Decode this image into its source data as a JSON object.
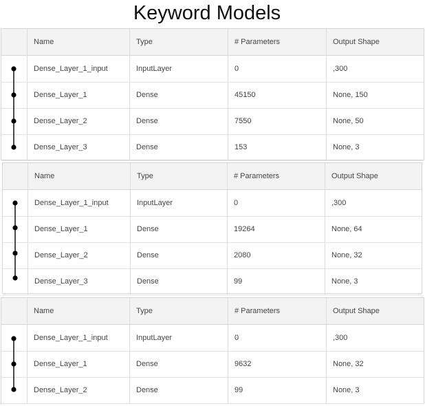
{
  "page_title": "Keyword Models",
  "columns": [
    "Name",
    "Type",
    "# Parameters",
    "Output Shape"
  ],
  "models": [
    {
      "layers": [
        {
          "name": "Dense_Layer_1_input",
          "type": "InputLayer",
          "params": "0",
          "shape": ",300"
        },
        {
          "name": "Dense_Layer_1",
          "type": "Dense",
          "params": "45150",
          "shape": "None, 150"
        },
        {
          "name": "Dense_Layer_2",
          "type": "Dense",
          "params": "7550",
          "shape": "None, 50"
        },
        {
          "name": "Dense_Layer_3",
          "type": "Dense",
          "params": "153",
          "shape": "None, 3"
        }
      ]
    },
    {
      "layers": [
        {
          "name": "Dense_Layer_1_input",
          "type": "InputLayer",
          "params": "0",
          "shape": ",300"
        },
        {
          "name": "Dense_Layer_1",
          "type": "Dense",
          "params": "19264",
          "shape": "None, 64"
        },
        {
          "name": "Dense_Layer_2",
          "type": "Dense",
          "params": "2080",
          "shape": "None, 32"
        },
        {
          "name": "Dense_Layer_3",
          "type": "Dense",
          "params": "99",
          "shape": "None, 3"
        }
      ]
    },
    {
      "layers": [
        {
          "name": "Dense_Layer_1_input",
          "type": "InputLayer",
          "params": "0",
          "shape": ",300"
        },
        {
          "name": "Dense_Layer_1",
          "type": "Dense",
          "params": "9632",
          "shape": "None, 32"
        },
        {
          "name": "Dense_Layer_2",
          "type": "Dense",
          "params": "99",
          "shape": "None, 3"
        }
      ]
    }
  ]
}
